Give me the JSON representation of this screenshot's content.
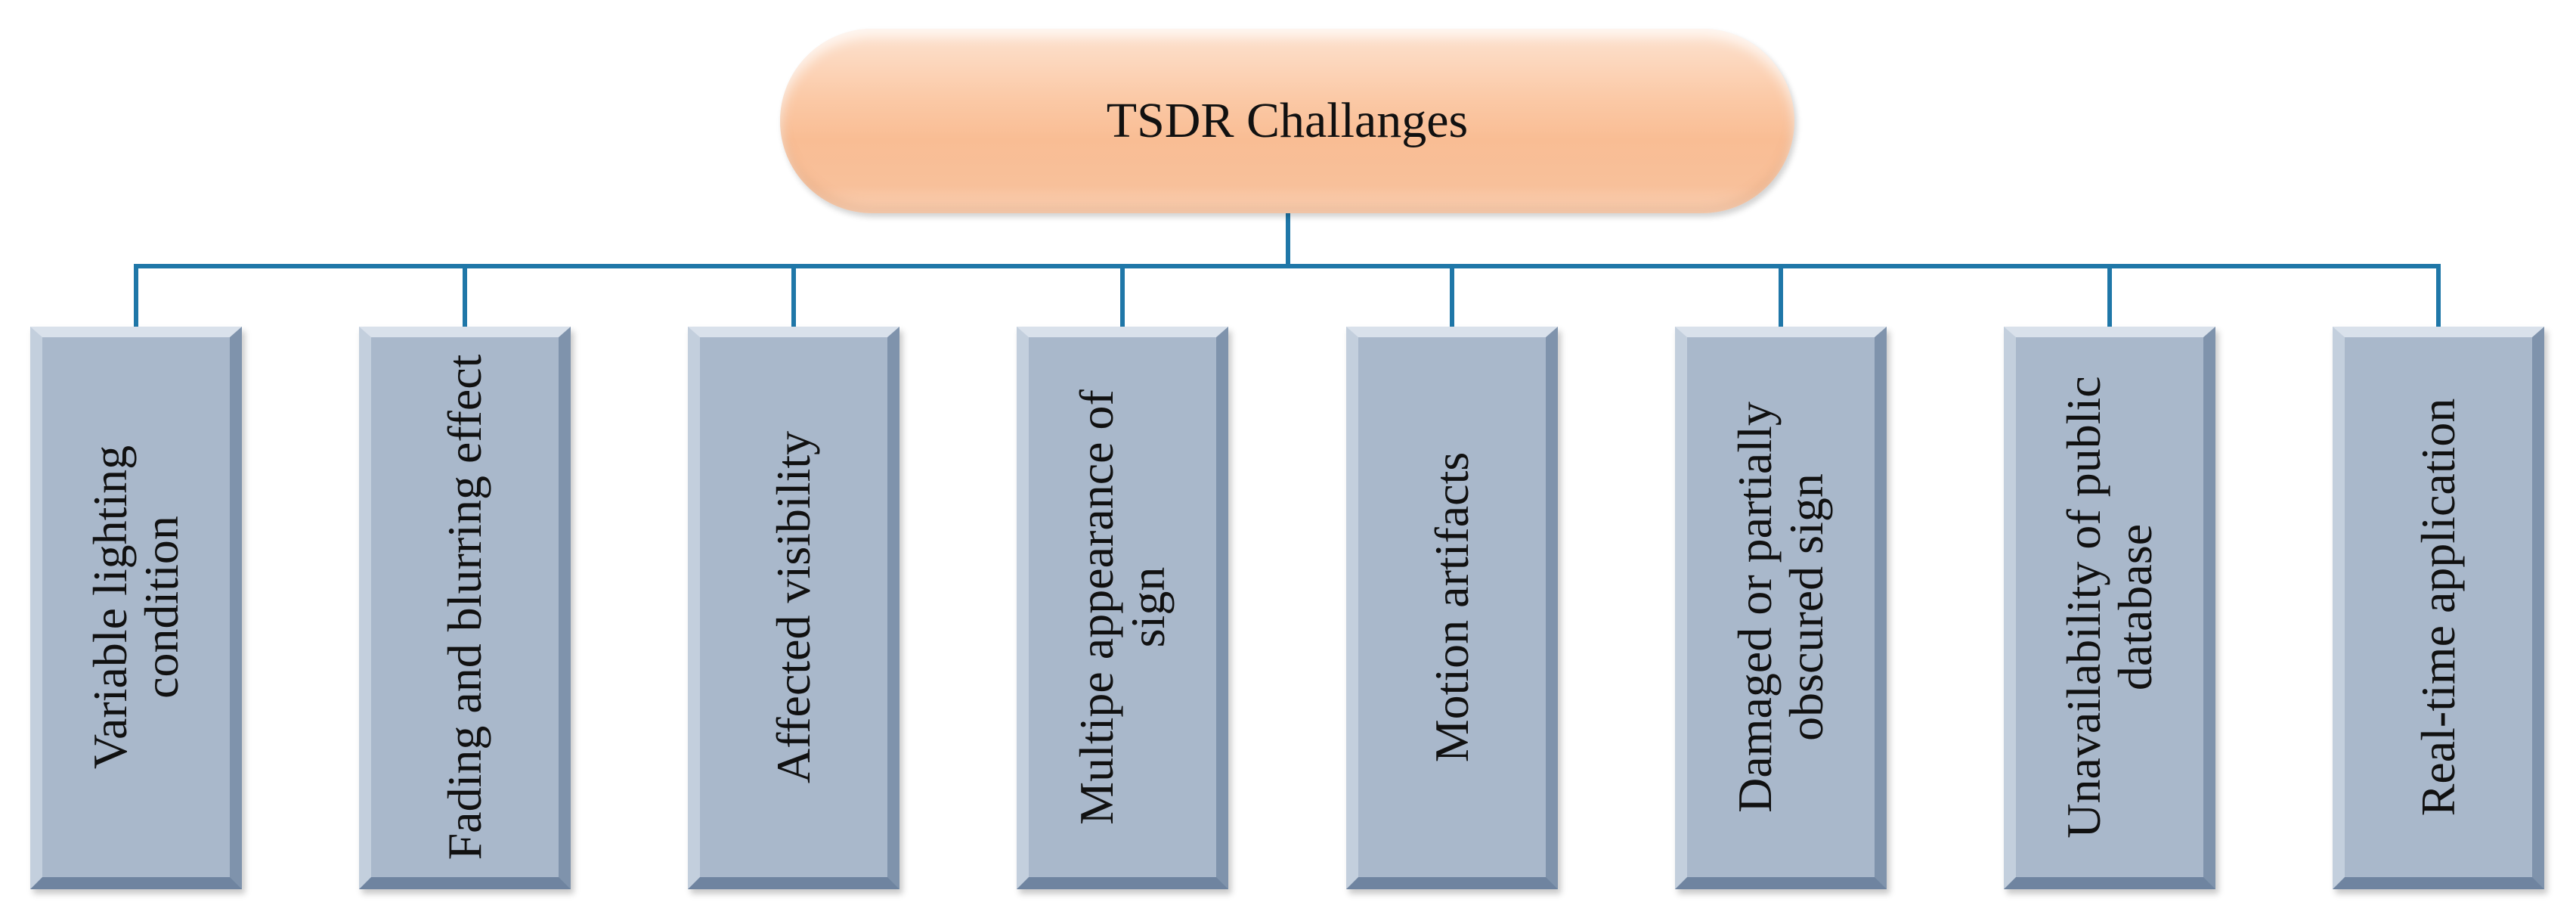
{
  "diagram": {
    "root": {
      "label": "TSDR Challanges"
    },
    "children": [
      {
        "label": "Variable lighting condition"
      },
      {
        "label": "Fading and blurring effect"
      },
      {
        "label": "Affected visibility"
      },
      {
        "label": "Multipe appearance of sign"
      },
      {
        "label": "Motion artifacts"
      },
      {
        "label": "Damaged or partially obscured sign"
      },
      {
        "label": "Unavailability of public database"
      },
      {
        "label": "Real-time application"
      }
    ],
    "colors": {
      "root_fill": "#f9bd94",
      "child_fill": "#a9b8cb",
      "connector": "#1f77a8"
    }
  }
}
